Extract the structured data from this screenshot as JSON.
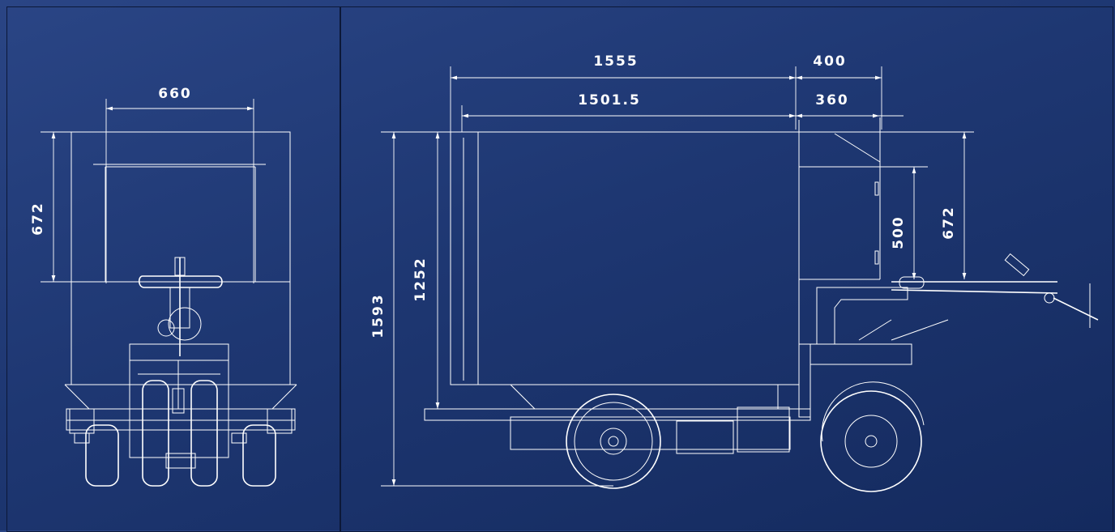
{
  "colors": {
    "background": "#1e3772",
    "line": "#ffffff",
    "frame": "#0c1838"
  },
  "front_view": {
    "width_dim": "660",
    "height_dim": "672"
  },
  "side_view": {
    "length_dim": "1555",
    "length_inner_dim": "1501.5",
    "tail_dim": "400",
    "tail_inner_dim": "360",
    "overall_height_dim": "1593",
    "box_height_dim": "1252",
    "rear_upper_dim": "500",
    "rear_height_dim": "672"
  }
}
